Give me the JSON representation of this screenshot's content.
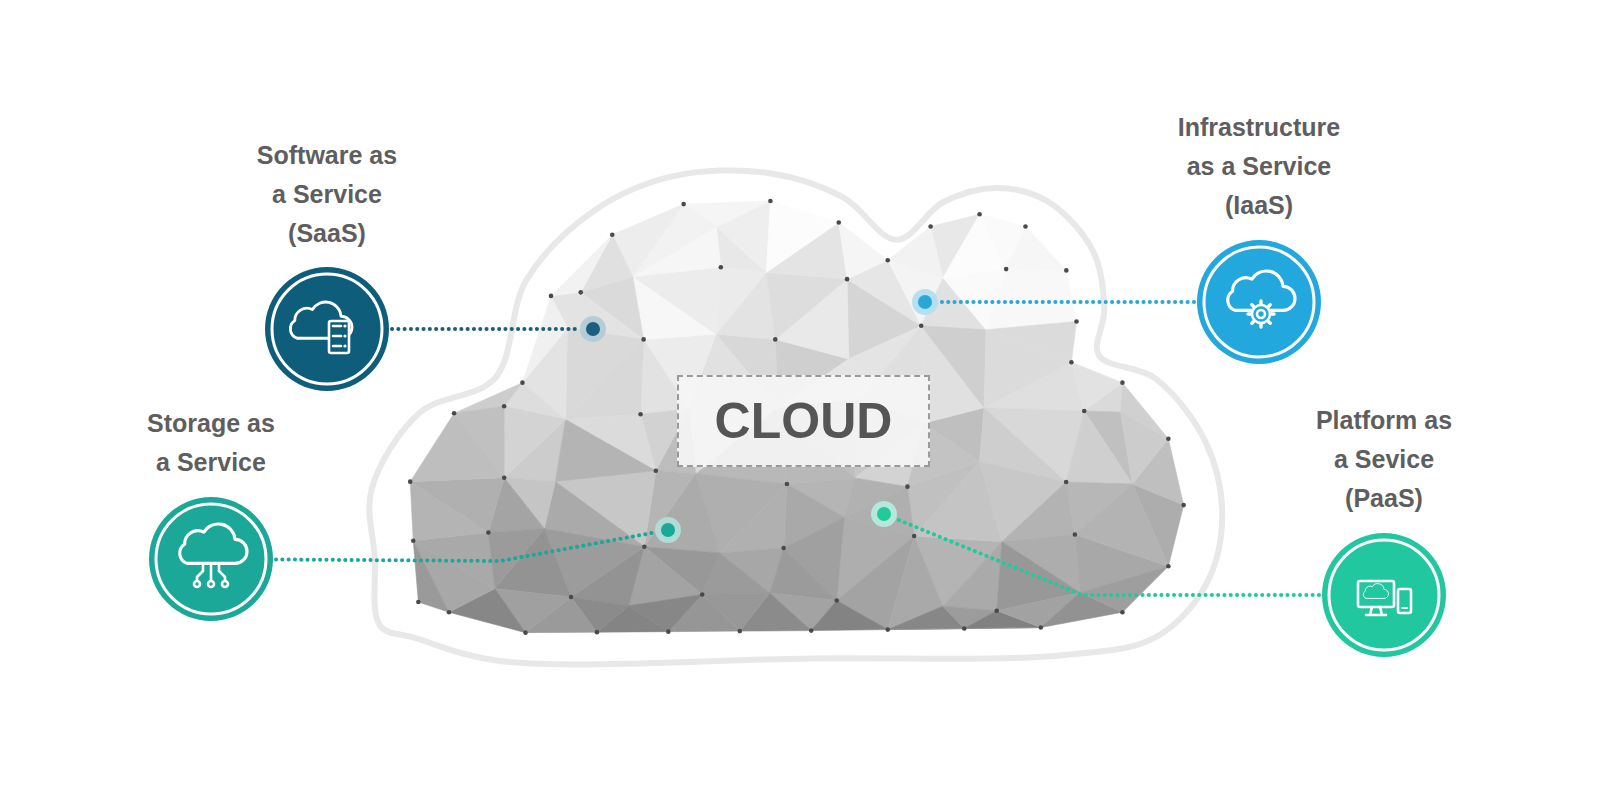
{
  "diagram": {
    "nodes": [
      {
        "text": [
          "Software as a Service (SaaS)"
        ]
      },
      {
        "text": [
          "Infrastructure as a Service (IaaS)"
        ]
      },
      {
        "text": [
          "CLOUD"
        ]
      },
      {
        "text": [
          "Storage as a Service"
        ]
      },
      {
        "text": [
          "Platform as a Sevice (PaaS)"
        ]
      }
    ],
    "edges": [
      {
        "from": 0,
        "to": 2,
        "arrow": "none"
      },
      {
        "from": 1,
        "to": 2,
        "arrow": "none"
      },
      {
        "from": 3,
        "to": 2,
        "arrow": "none"
      },
      {
        "from": 4,
        "to": 2,
        "arrow": "none"
      }
    ]
  }
}
